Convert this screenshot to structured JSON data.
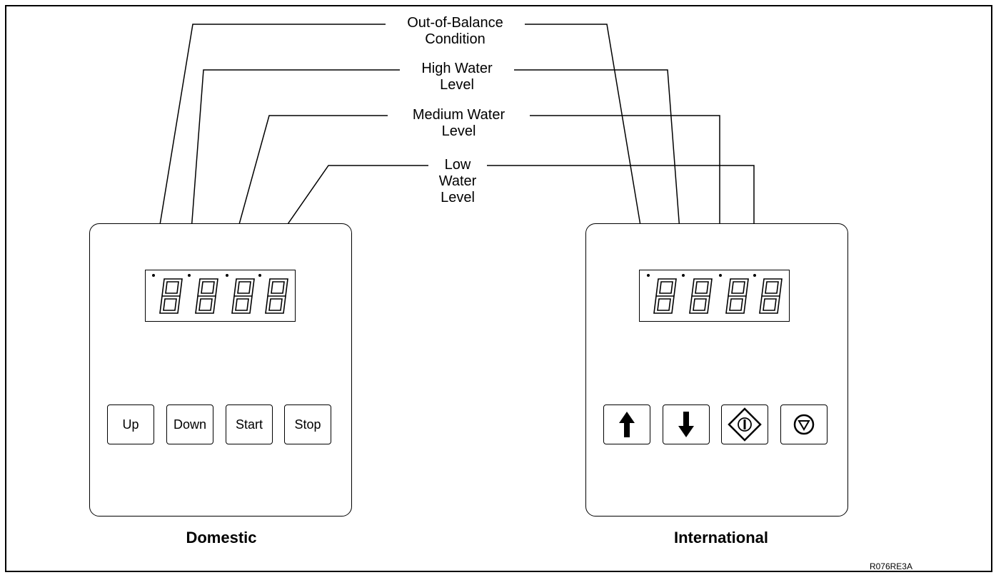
{
  "callouts": {
    "out_of_balance": [
      "Out-of-Balance",
      "Condition"
    ],
    "high_water": [
      "High Water",
      "Level"
    ],
    "medium_water": [
      "Medium Water",
      "Level"
    ],
    "low_water": [
      "Low",
      "Water",
      "Level"
    ]
  },
  "domestic": {
    "caption": "Domestic",
    "buttons": [
      "Up",
      "Down",
      "Start",
      "Stop"
    ]
  },
  "international": {
    "caption": "International",
    "buttons": [
      "up-arrow-icon",
      "down-arrow-icon",
      "start-diamond-icon",
      "stop-circle-triangle-icon"
    ]
  },
  "figure_id": "R076RE3A"
}
